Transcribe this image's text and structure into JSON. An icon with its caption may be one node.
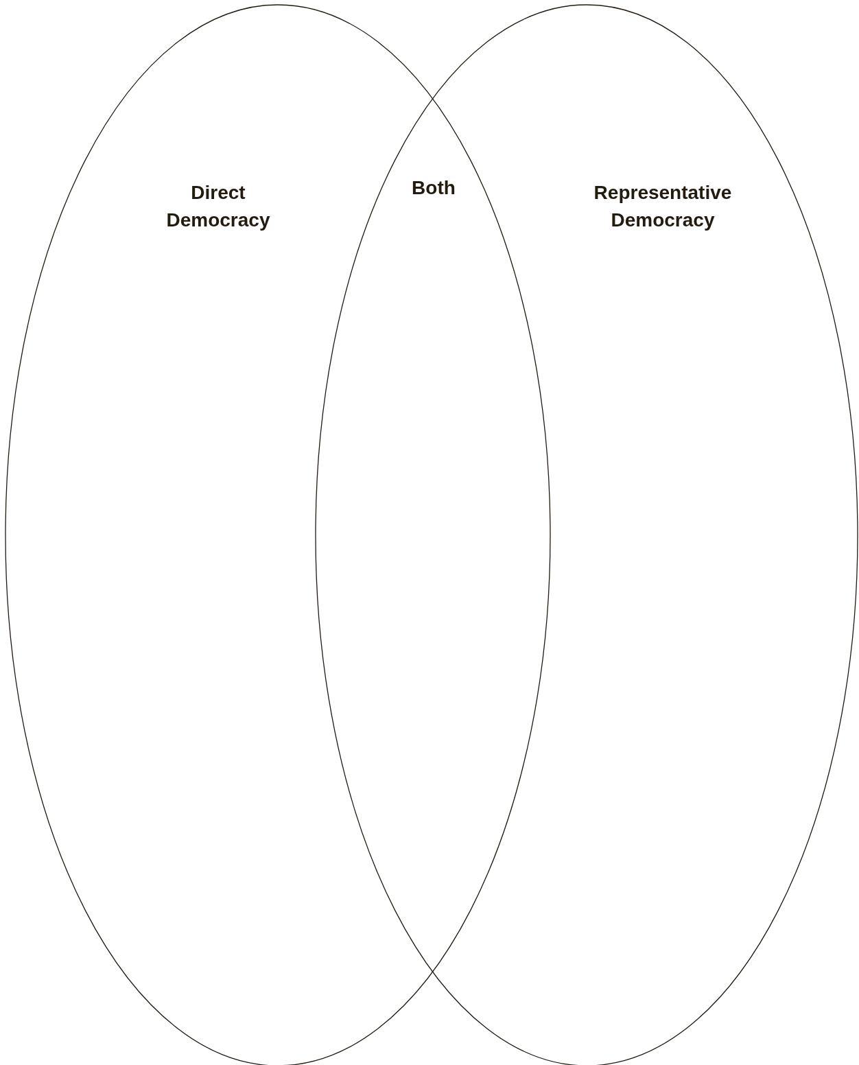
{
  "diagram": {
    "nodes": [
      {
        "text": [
          "Direct Democracy"
        ]
      },
      {
        "text": [
          "Representative Democracy"
        ]
      }
    ],
    "labels": [
      "Both"
    ]
  }
}
